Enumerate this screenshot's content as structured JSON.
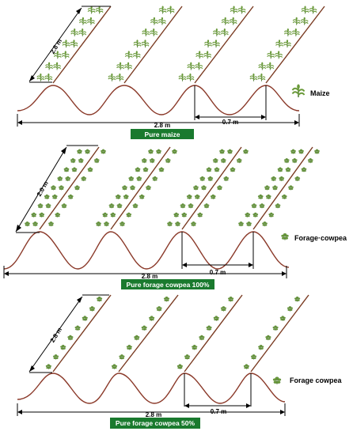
{
  "panels": [
    {
      "id": "pure-maize",
      "title": "Pure maize",
      "row_length": "2.8 m",
      "width_label": "2.8 m",
      "spacing_label": "0.7 m",
      "legend_label": "Maize",
      "plant_type": "maize"
    },
    {
      "id": "pure-cowpea-100",
      "title": "Pure forage cowpea 100%",
      "row_length": "2.0 m",
      "width_label": "2.8 m",
      "spacing_label": "0.7 m",
      "legend_label": "Forage·cowpea",
      "plant_type": "cowpea-dense"
    },
    {
      "id": "pure-cowpea-50",
      "title": "Pure forage cowpea 50%",
      "row_length": "2.8 m",
      "width_label": "2.8 m",
      "spacing_label": "0.7 m",
      "legend_label": "Forage cowpea",
      "plant_type": "cowpea-sparse"
    }
  ],
  "colors": {
    "ridge": "#8b3a2a",
    "row_line": "#7a3b22",
    "plant_leaf": "#6a9a3a",
    "plant_leaf_dark": "#3f6e22",
    "label_bg": "#1a7a2e",
    "label_text": "#ffffff"
  }
}
